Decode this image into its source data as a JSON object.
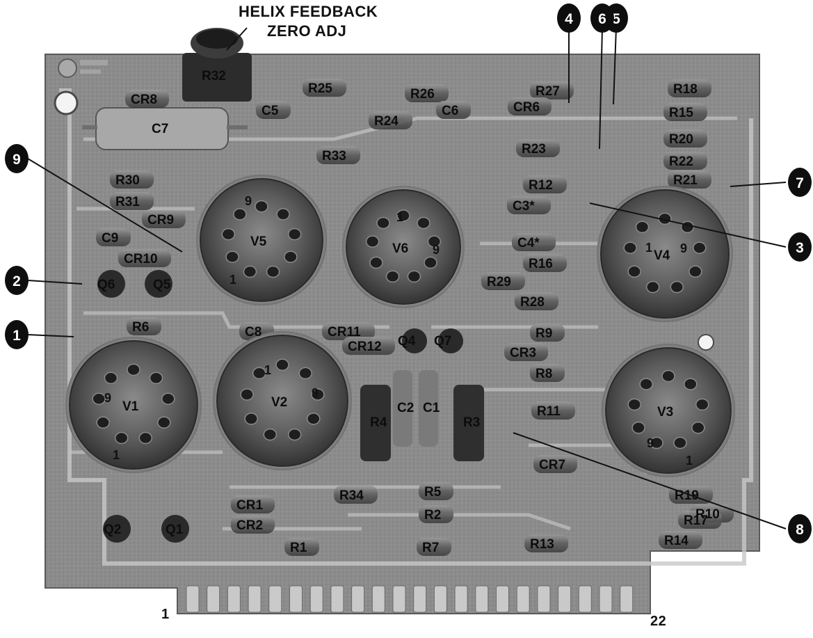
{
  "heading": {
    "line1": "HELIX FEEDBACK",
    "line2": "ZERO ADJ"
  },
  "edge_labels": {
    "left": "1",
    "right": "22"
  },
  "callouts": [
    "1",
    "2",
    "3",
    "4",
    "5",
    "6",
    "7",
    "8",
    "9"
  ],
  "components": [
    "R32",
    "R25",
    "R26",
    "R27",
    "R18",
    "CR8",
    "C5",
    "C6",
    "CR6",
    "R15",
    "C7",
    "R24",
    "R20",
    "R33",
    "R23",
    "R22",
    "R30",
    "R12",
    "R21",
    "R31",
    "C3*",
    "CR9",
    "C9",
    "CR10",
    "C4*",
    "R16",
    "R29",
    "R28",
    "Q6",
    "Q5",
    "R6",
    "C8",
    "CR11",
    "CR12",
    "Q4",
    "Q7",
    "R9",
    "CR3",
    "R8",
    "R4",
    "C2",
    "C1",
    "R3",
    "R11",
    "CR7",
    "R34",
    "R5",
    "R2",
    "R10",
    "R19",
    "R17",
    "CR1",
    "CR2",
    "R1",
    "R7",
    "R13",
    "R14",
    "Q2",
    "Q1"
  ],
  "tubes": [
    "V5",
    "V6",
    "V4",
    "V1",
    "V2",
    "V3"
  ],
  "pins": [
    "9",
    "1",
    "1",
    "9",
    "1",
    "9",
    "9",
    "1",
    "1",
    "9",
    "9",
    "1"
  ],
  "colors": {
    "board": "#8e8e8e",
    "board_light": "#b7b7b7",
    "callout": "#0e0e0e"
  }
}
